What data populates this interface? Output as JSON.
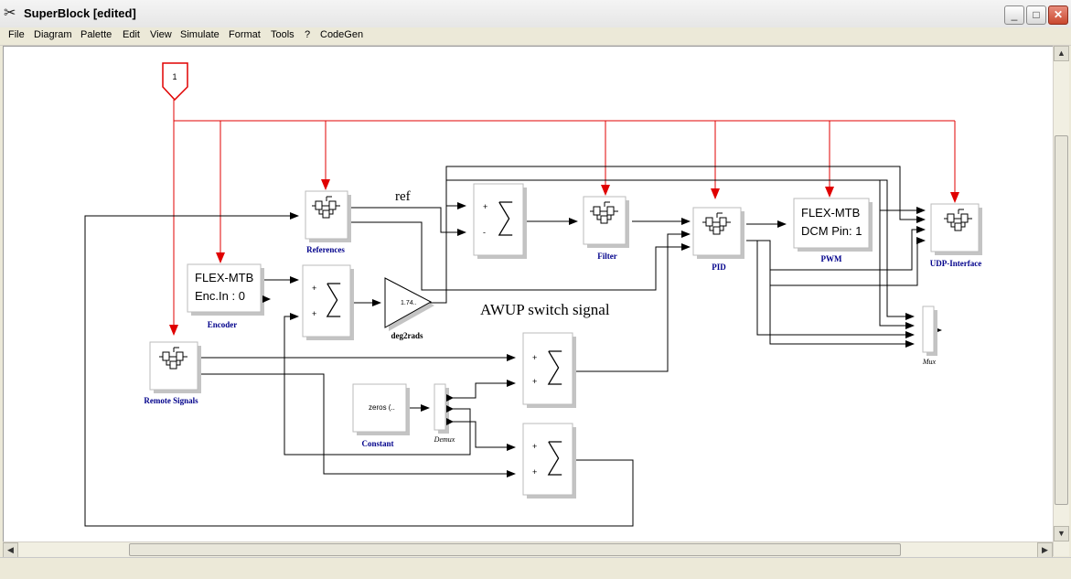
{
  "window": {
    "title": "SuperBlock [edited]",
    "minimize": "_",
    "maximize": "□",
    "close": "✕"
  },
  "menu": [
    "File",
    "Diagram",
    "Palette",
    "Edit",
    "View",
    "Simulate",
    "Format",
    "Tools",
    "?",
    "CodeGen"
  ],
  "diagram": {
    "input_port": "1",
    "ref_label": "ref",
    "awup_label": "AWUP switch signal",
    "blocks": {
      "references": "References",
      "filter": "Filter",
      "pid": "PID",
      "pwm": "PWM",
      "pwm_line1": "FLEX-MTB",
      "pwm_line2": "DCM Pin: 1",
      "udp": "UDP-Interface",
      "encoder": "Encoder",
      "encoder_line1": "FLEX-MTB",
      "encoder_line2": "Enc.In : 0",
      "gain": "deg2rads",
      "gain_value": "1.74..",
      "remote": "Remote Signals",
      "constant": "Constant",
      "constant_value": "zeros (..",
      "demux": "Demux",
      "mux": "Mux"
    },
    "sum_signs": {
      "plus": "+",
      "minus": "-"
    }
  },
  "colors": {
    "link": "#000000",
    "event_link": "#e00000",
    "block_label": "#00008b",
    "block_shadow": "#c4c4c4"
  }
}
